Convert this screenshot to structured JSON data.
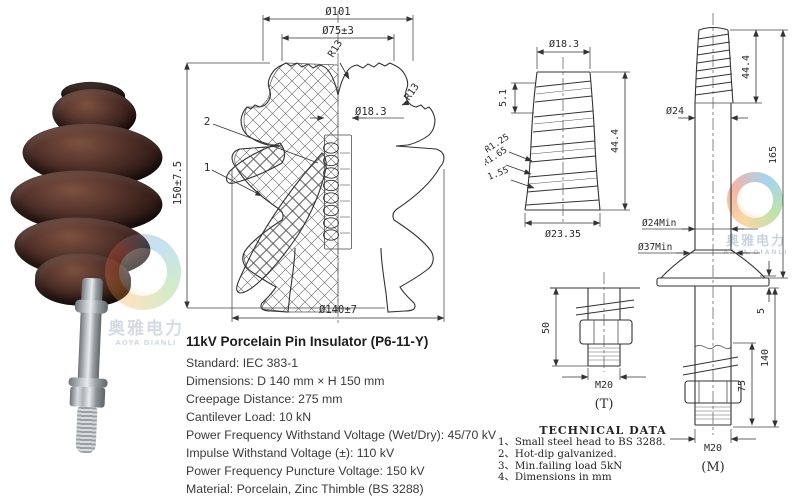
{
  "watermark": {
    "cn": "奥雅电力",
    "en": "AOYA DIANLI"
  },
  "main_drawing": {
    "d101": "Ø101",
    "d75": "Ø75±3",
    "r13a": "R13",
    "r13b": "R13",
    "d18": "Ø18.3",
    "h150": "150±7.5",
    "d140": "Ø140±7",
    "part1": "1",
    "part2": "2"
  },
  "thread_detail": {
    "d18": "Ø18.3",
    "p51": "5.1",
    "r125": "R1.25",
    "r165": "R1.65",
    "r155": "1.55",
    "h444": "44.4",
    "d2335": "Ø23.35"
  },
  "t_pin": {
    "h50": "50",
    "m20": "M20",
    "label": "(T)"
  },
  "m_pin": {
    "h444": "44.4",
    "d24": "Ø24",
    "h165": "165",
    "d24min": "Ø24Min",
    "d37min": "Ø37Min",
    "h5": "5",
    "h75": "75",
    "h140": "140",
    "m20": "M20",
    "label": "(M)"
  },
  "specs": {
    "title": "11kV Porcelain Pin Insulator (P6-11-Y)",
    "lines": [
      "Standard: IEC 383-1",
      "Dimensions: D 140 mm × H 150 mm",
      "Creepage Distance: 275 mm",
      "Cantilever Load: 10 kN",
      "Power Frequency Withstand Voltage (Wet/Dry): 45/70 kV",
      "Impulse Withstand Voltage (±): 110 kV",
      "Power Frequency Puncture Voltage: 150 kV",
      "Material: Porcelain, Zinc Thimble (BS 3288)"
    ]
  },
  "technical": {
    "title": "TECHNICAL DATA",
    "notes": [
      "1、Small steel head to BS 3288.",
      "2、Hot-dip galvanized.",
      "3、Min.failing load 5kN",
      "4、Dimensions in mm"
    ]
  }
}
